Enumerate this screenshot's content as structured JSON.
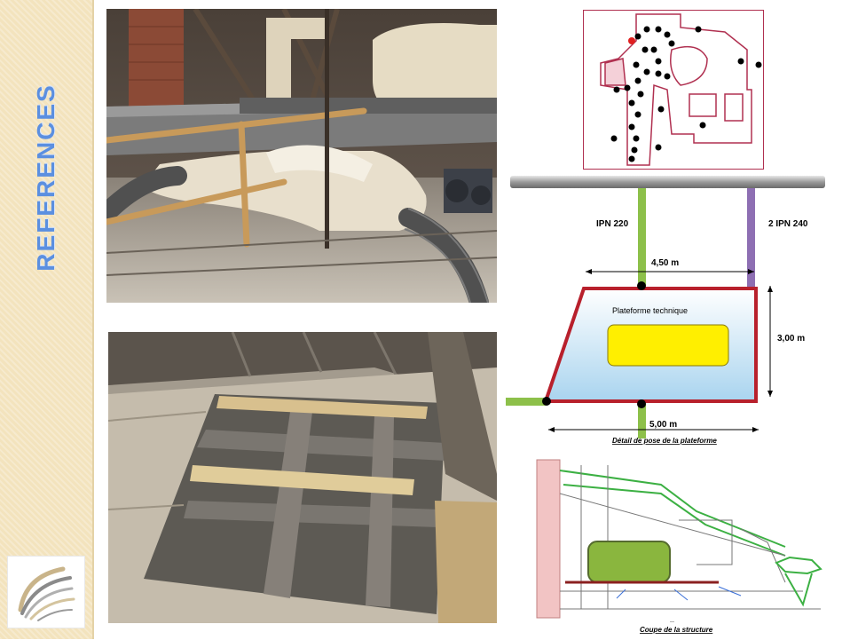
{
  "slide": {
    "title": "REFERENCES"
  },
  "platform_detail": {
    "label_ipn_left": "IPN 220",
    "label_ipn_right": "2 IPN 240",
    "dim_top": "4,50 m",
    "dim_side": "3,00 m",
    "dim_bottom": "5,00 m",
    "platform_label": "Plateforme technique",
    "caption": "Détail de pose de la plateforme",
    "colors": {
      "ipn_left": "#8dc04a",
      "ipn_right": "#8e6fb3",
      "platform_border": "#b8202c",
      "equipment": "#ffef00"
    }
  },
  "structure_section": {
    "caption": "Coupe de la structure",
    "colors": {
      "roof_line": "#3cb043",
      "equipment": "#8ab63e",
      "wall": "#f2c4c4"
    }
  },
  "floor_plan": {
    "colors": {
      "wall": "#b03050",
      "marker": "#000000",
      "highlight": "#e02020"
    }
  },
  "icons": {
    "logo": "swirl-logo-icon"
  }
}
